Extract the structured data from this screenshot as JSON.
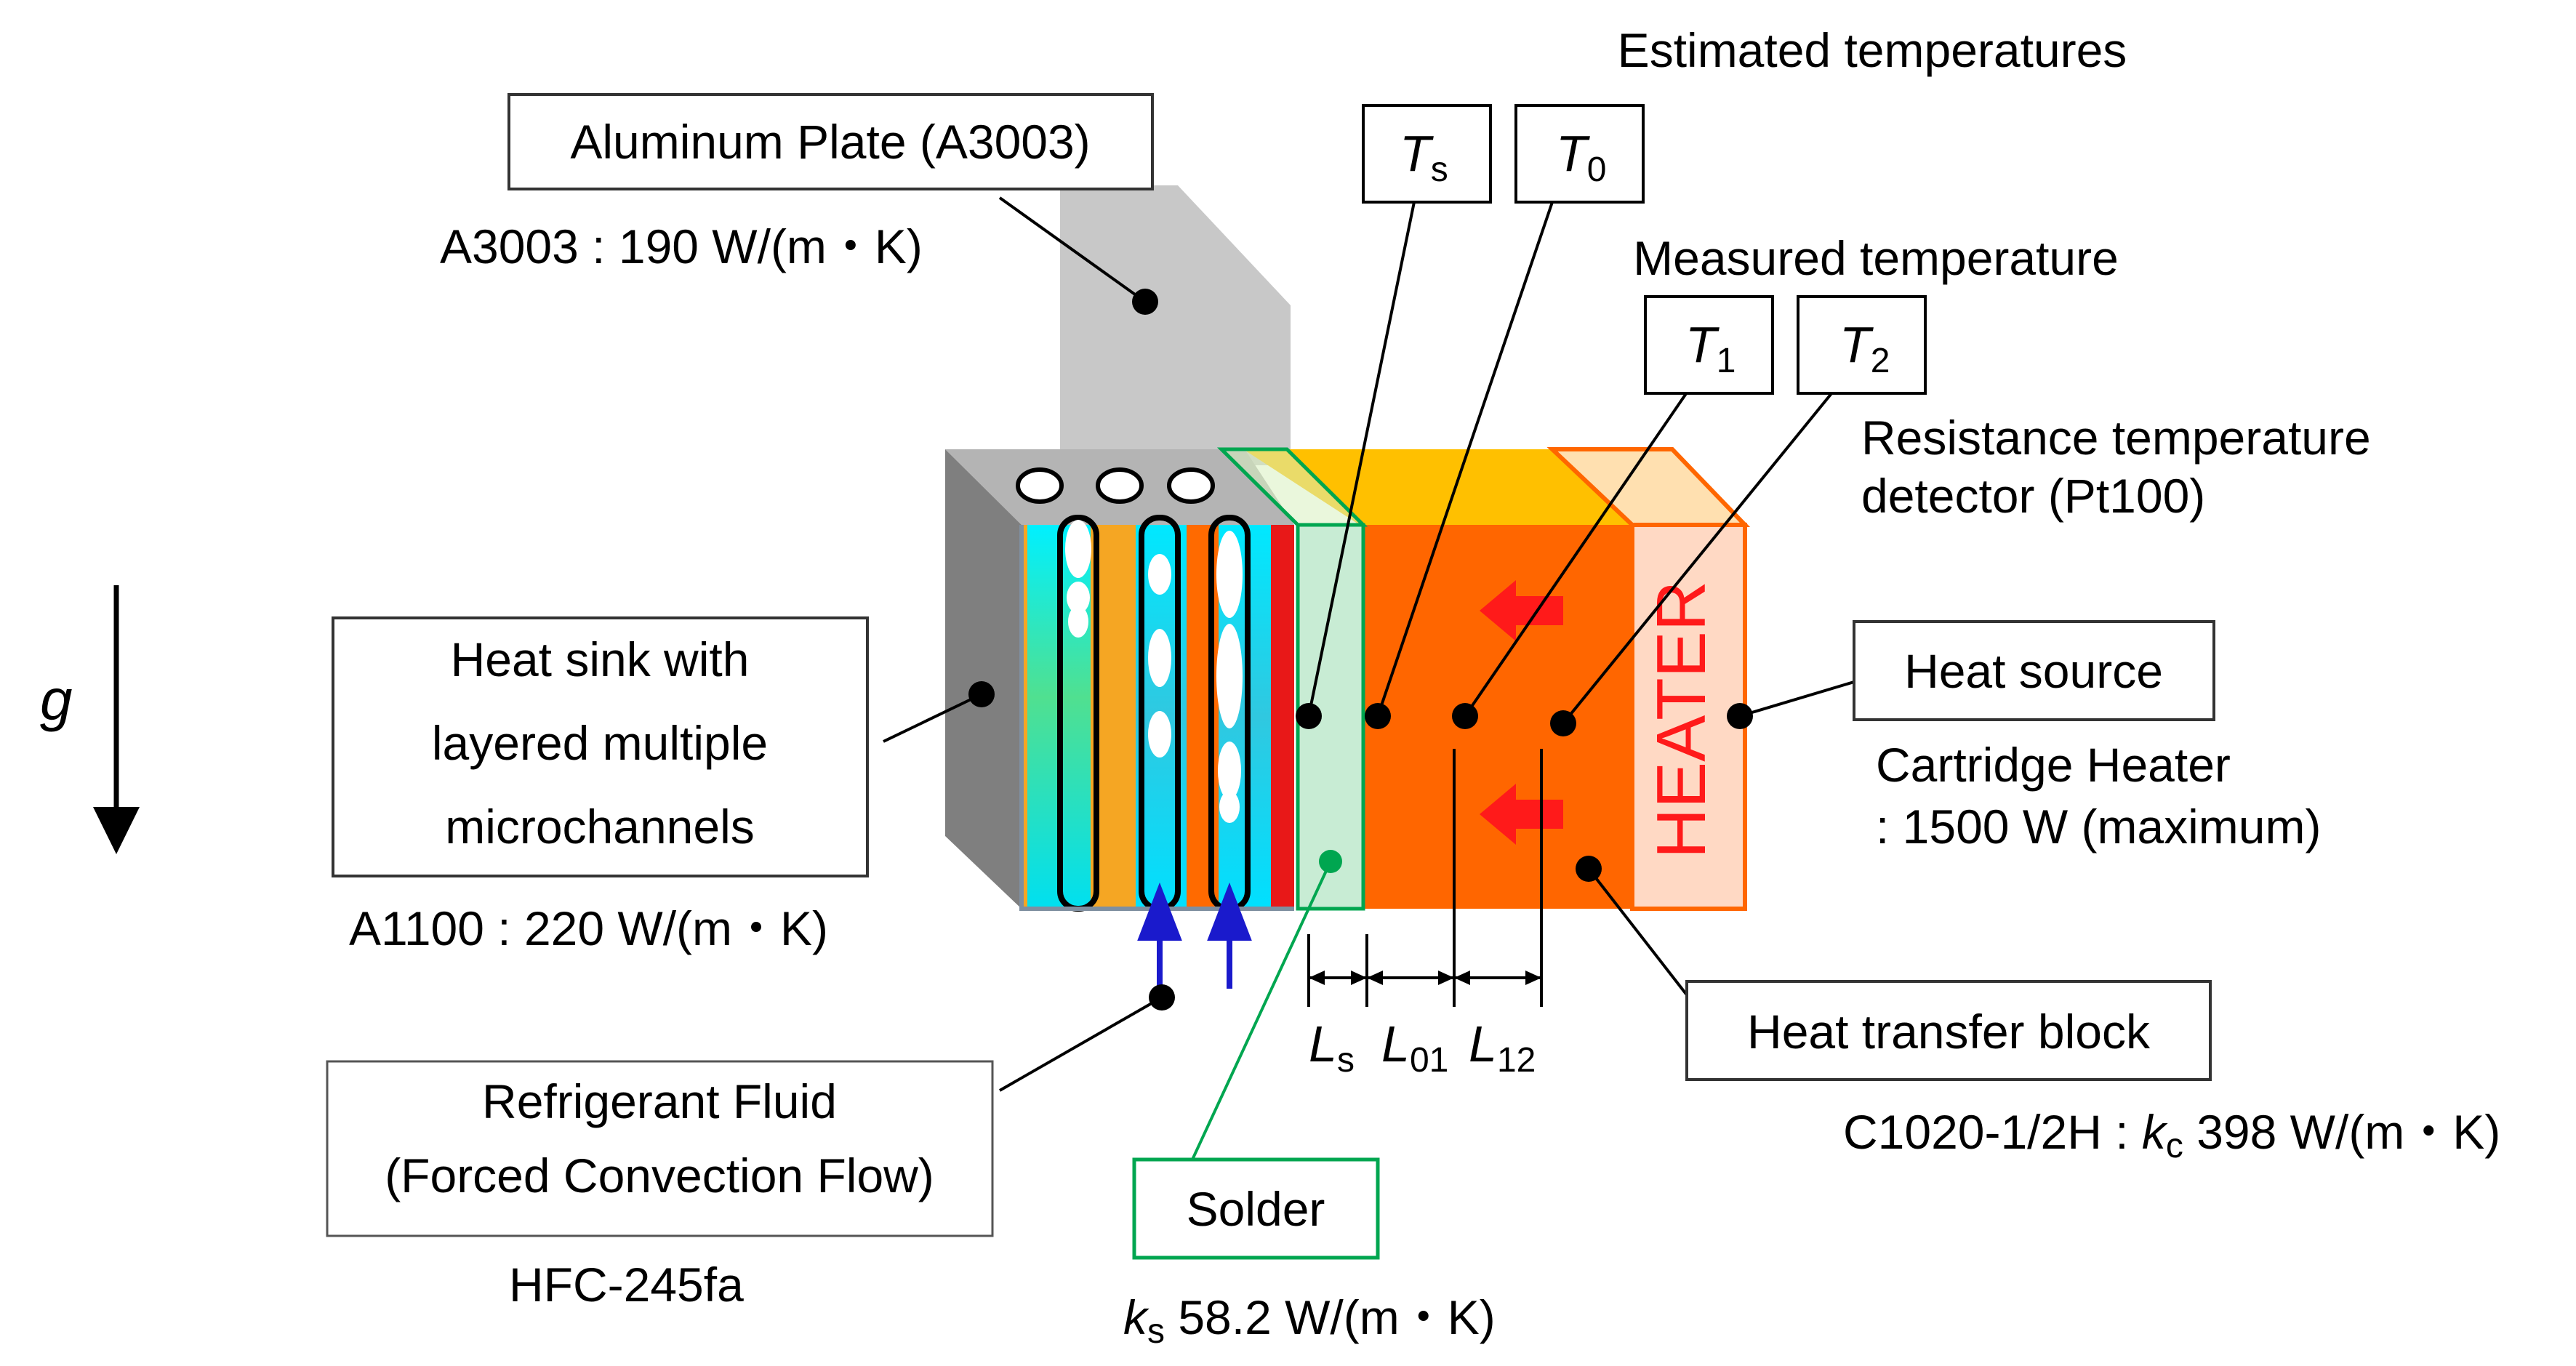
{
  "labels": {
    "aluminum_plate": "Aluminum Plate (A3003)",
    "a3003_conductivity": "A3003 : 190 W/(m・K)",
    "estimated_temperatures": "Estimated temperatures",
    "measured_temperature": "Measured temperature",
    "rtd_line1": "Resistance temperature",
    "rtd_line2": "detector (Pt100)",
    "heat_sink_line1": "Heat sink with",
    "heat_sink_line2": "layered multiple",
    "heat_sink_line3": "microchannels",
    "a1100_conductivity": "A1100 : 220 W/(m・K)",
    "heat_source": "Heat source",
    "cartridge_line1": "Cartridge Heater",
    "cartridge_line2": ": 1500 W (maximum)",
    "refrigerant_line1": "Refrigerant Fluid",
    "refrigerant_line2": "(Forced Convection Flow)",
    "hfc": "HFC-245fa",
    "heat_transfer_block": "Heat transfer block",
    "c1020_prefix": "C1020-1/2H : ",
    "c1020_symbol": "k",
    "c1020_sub": "c",
    "c1020_value": " 398 W/(m・K)",
    "solder": "Solder",
    "solder_symbol": "k",
    "solder_sub": "s",
    "solder_value": " 58.2 W/(m・K)",
    "heater": "HEATER",
    "gravity": "g"
  },
  "temperatures": {
    "ts": {
      "symbol": "T",
      "sub": "s"
    },
    "t0": {
      "symbol": "T",
      "sub": "0"
    },
    "t1": {
      "symbol": "T",
      "sub": "1"
    },
    "t2": {
      "symbol": "T",
      "sub": "2"
    }
  },
  "lengths": {
    "ls": {
      "symbol": "L",
      "sub": "s"
    },
    "l01": {
      "symbol": "L",
      "sub": "01"
    },
    "l12": {
      "symbol": "L",
      "sub": "12"
    }
  },
  "colors": {
    "aluminum_plate": "#c8c8c8",
    "heat_sink": "#8c8c8c",
    "copper_block": "#ff6600",
    "copper_top": "#ffc000",
    "heater_face": "#ffd9c4",
    "solder": "#00a650",
    "coolant": "#00e6f0",
    "hot_arrow": "#ff1a1a",
    "flow_arrow": "#1a1acc"
  }
}
